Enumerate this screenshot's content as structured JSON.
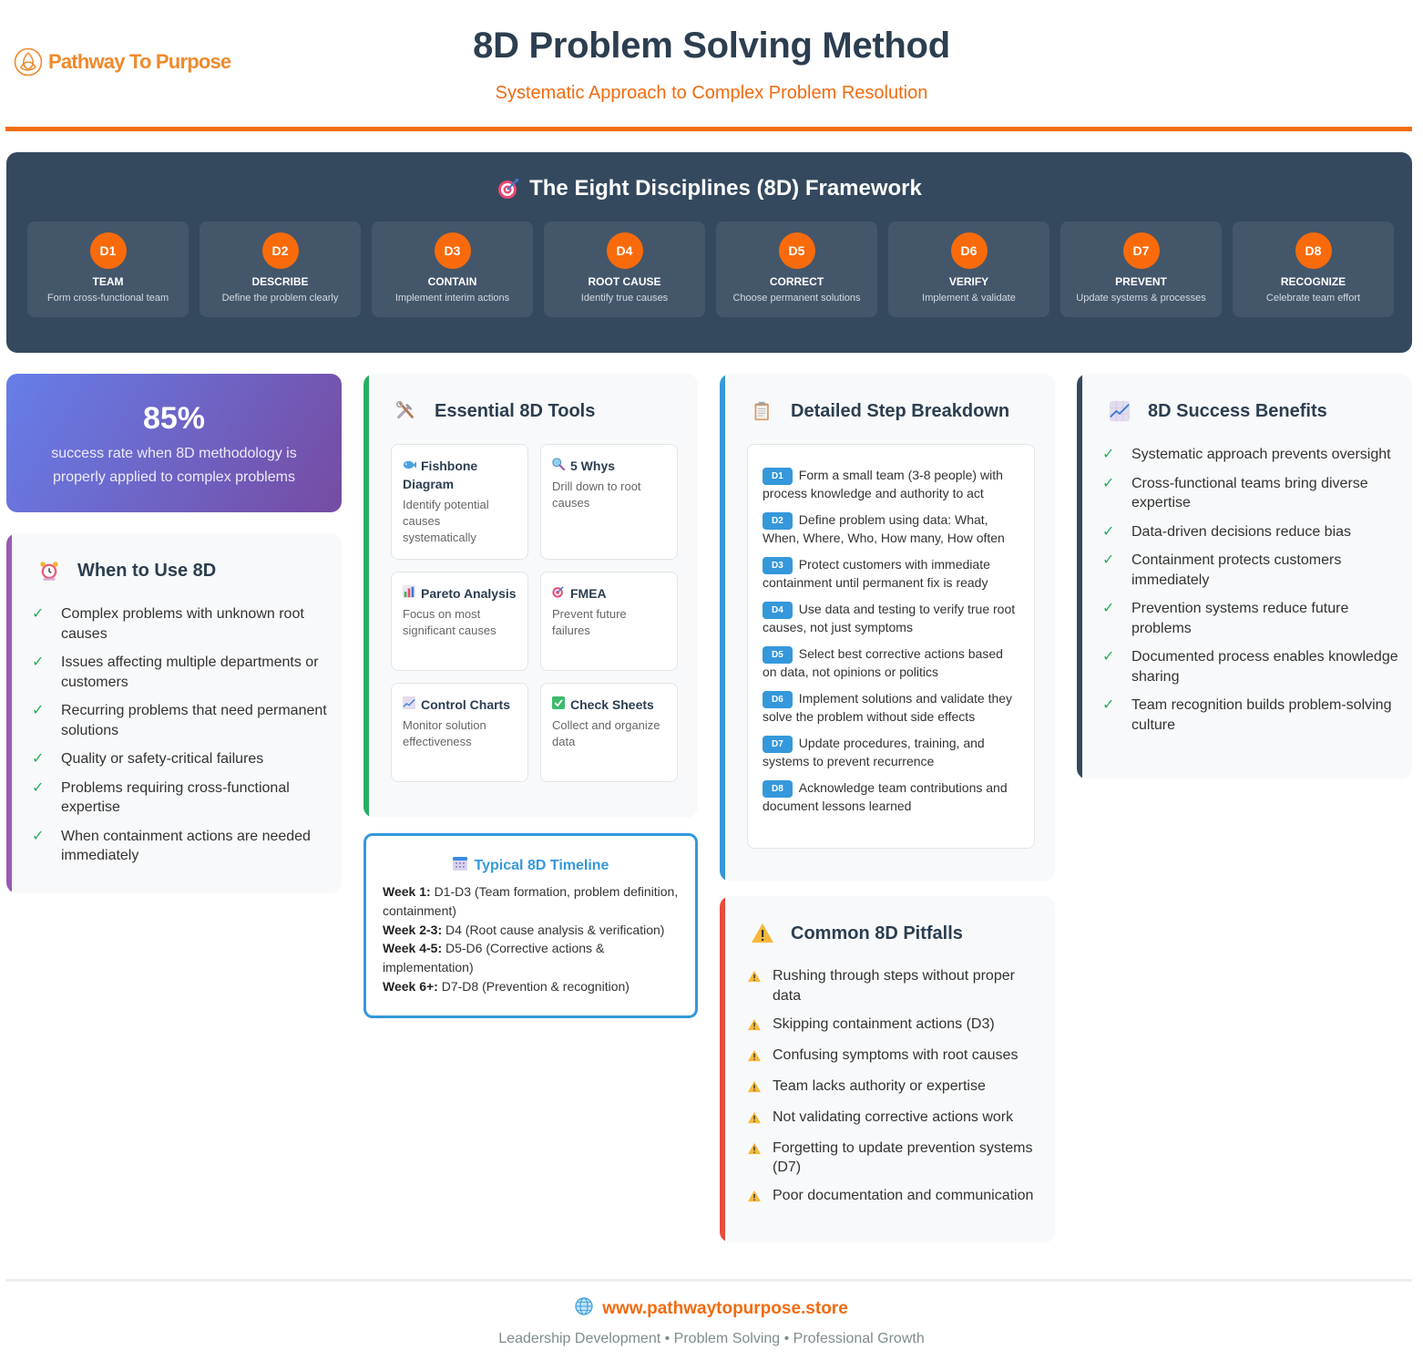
{
  "brand": {
    "name": "Pathway To Purpose",
    "color": "#f08a2c"
  },
  "header": {
    "title": "8D Problem Solving Method",
    "subtitle": "Systematic Approach to Complex Problem Resolution",
    "accent": "#f36c10"
  },
  "framework": {
    "icon": "target-icon",
    "title": "The Eight Disciplines (8D) Framework",
    "steps": [
      {
        "code": "D1",
        "name": "TEAM",
        "desc": "Form cross-functional team"
      },
      {
        "code": "D2",
        "name": "DESCRIBE",
        "desc": "Define the problem clearly"
      },
      {
        "code": "D3",
        "name": "CONTAIN",
        "desc": "Implement interim actions"
      },
      {
        "code": "D4",
        "name": "ROOT CAUSE",
        "desc": "Identify true causes"
      },
      {
        "code": "D5",
        "name": "CORRECT",
        "desc": "Choose permanent solutions"
      },
      {
        "code": "D6",
        "name": "VERIFY",
        "desc": "Implement & validate"
      },
      {
        "code": "D7",
        "name": "PREVENT",
        "desc": "Update systems & processes"
      },
      {
        "code": "D8",
        "name": "RECOGNIZE",
        "desc": "Celebrate team effort"
      }
    ]
  },
  "stat": {
    "value": "85%",
    "text": "success rate when 8D methodology is properly applied to complex problems"
  },
  "when_to_use": {
    "icon": "alarm-clock-icon",
    "title": "When to Use 8D",
    "accent": "#9b59b6",
    "items": [
      "Complex problems with unknown root causes",
      "Issues affecting multiple departments or customers",
      "Recurring problems that need permanent solutions",
      "Quality or safety-critical failures",
      "Problems requiring cross-functional expertise",
      "When containment actions are needed immediately"
    ]
  },
  "tools": {
    "icon": "hammer-wrench-icon",
    "title": "Essential 8D Tools",
    "accent": "#27ae60",
    "items": [
      {
        "icon": "fish-icon",
        "name": "Fishbone Diagram",
        "desc": "Identify potential causes systematically"
      },
      {
        "icon": "magnifier-icon",
        "name": "5 Whys",
        "desc": "Drill down to root causes"
      },
      {
        "icon": "bar-chart-icon",
        "name": "Pareto Analysis",
        "desc": "Focus on most significant causes"
      },
      {
        "icon": "target-icon",
        "name": "FMEA",
        "desc": "Prevent future failures"
      },
      {
        "icon": "line-chart-icon",
        "name": "Control Charts",
        "desc": "Monitor solution effectiveness"
      },
      {
        "icon": "check-box-icon",
        "name": "Check Sheets",
        "desc": "Collect and organize data"
      }
    ]
  },
  "timeline": {
    "icon": "calendar-icon",
    "title": "Typical 8D Timeline",
    "rows": [
      {
        "label": "Week 1:",
        "text": "D1-D3 (Team formation, problem definition, containment)"
      },
      {
        "label": "Week 2-3:",
        "text": "D4 (Root cause analysis & verification)"
      },
      {
        "label": "Week 4-5:",
        "text": "D5-D6 (Corrective actions & implementation)"
      },
      {
        "label": "Week 6+:",
        "text": "D7-D8 (Prevention & recognition)"
      }
    ]
  },
  "breakdown": {
    "icon": "clipboard-icon",
    "title": "Detailed Step Breakdown",
    "accent": "#3498db",
    "items": [
      {
        "code": "D1",
        "text": "Form a small team (3-8 people) with process knowledge and authority to act"
      },
      {
        "code": "D2",
        "text": "Define problem using data: What, When, Where, Who, How many, How often"
      },
      {
        "code": "D3",
        "text": "Protect customers with immediate containment until permanent fix is ready"
      },
      {
        "code": "D4",
        "text": "Use data and testing to verify true root causes, not just symptoms"
      },
      {
        "code": "D5",
        "text": "Select best corrective actions based on data, not opinions or politics"
      },
      {
        "code": "D6",
        "text": "Implement solutions and validate they solve the problem without side effects"
      },
      {
        "code": "D7",
        "text": "Update procedures, training, and systems to prevent recurrence"
      },
      {
        "code": "D8",
        "text": "Acknowledge team contributions and document lessons learned"
      }
    ]
  },
  "pitfalls": {
    "icon": "warning-icon",
    "title": "Common 8D Pitfalls",
    "accent": "#e74c3c",
    "items": [
      "Rushing through steps without proper data",
      "Skipping containment actions (D3)",
      "Confusing symptoms with root causes",
      "Team lacks authority or expertise",
      "Not validating corrective actions work",
      "Forgetting to update prevention systems (D7)",
      "Poor documentation and communication"
    ]
  },
  "benefits": {
    "icon": "chart-increasing-icon",
    "title": "8D Success Benefits",
    "accent": "#34495e",
    "items": [
      "Systematic approach prevents oversight",
      "Cross-functional teams bring diverse expertise",
      "Data-driven decisions reduce bias",
      "Containment protects customers immediately",
      "Prevention systems reduce future problems",
      "Documented process enables knowledge sharing",
      "Team recognition builds problem-solving culture"
    ]
  },
  "footer": {
    "icon": "globe-icon",
    "url": "www.pathwaytopurpose.store",
    "tagline": "Leadership Development • Problem Solving • Professional Growth"
  }
}
